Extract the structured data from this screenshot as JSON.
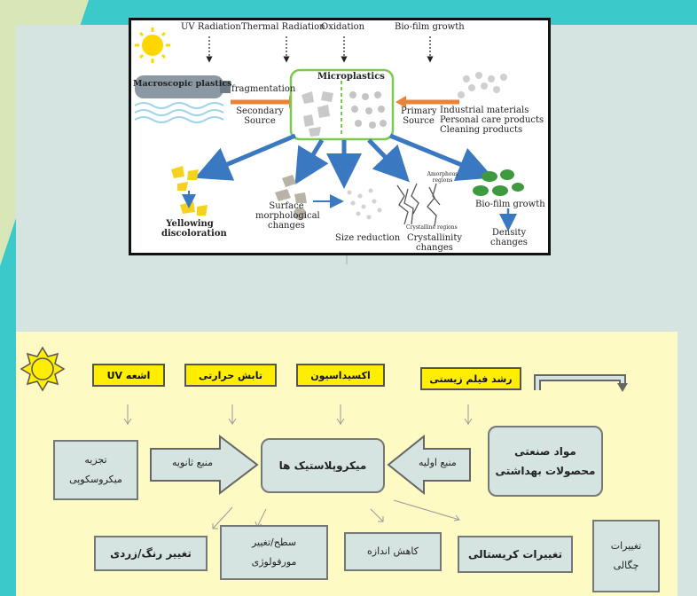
{
  "figure": {
    "top_labels": [
      "UV Radiation",
      "Thermal Radiation",
      "Oxidation",
      "Bio-film growth"
    ],
    "macro_label": "Macroscopic plastics",
    "fragmentation": "fragmentation",
    "secondary_source": [
      "Secondary",
      "Source"
    ],
    "micro_label": "Microplastics",
    "primary_source": [
      "Primary",
      "Source"
    ],
    "industrial": [
      "Industrial materials",
      "Personal care products",
      "Cleaning products"
    ],
    "outcomes": {
      "yellowing": [
        "Yellowing",
        "discoloration"
      ],
      "surface": [
        "Surface",
        "morphological",
        "changes"
      ],
      "size": "Size reduction",
      "crystallinity": [
        "Crystallinity",
        "changes"
      ],
      "amorphous": [
        "Amorphous",
        "regions"
      ],
      "crystalline": "Crystalline regions",
      "biofilm": "Bio-film growth",
      "density": [
        "Density",
        "changes"
      ]
    }
  },
  "persian": {
    "uv": "اشعه UV",
    "thermal": "تابش حرارتی",
    "oxidation": "اکسیداسیون",
    "biofilm": "رشد فیلم زیستی",
    "industrial": [
      "مواد صنعتی",
      "محصولات بهداشتی"
    ],
    "primary": "منبع اولیه",
    "microplastics": "میکروپلاستیک ها",
    "secondary": "منبع ثانویه",
    "macro": [
      "تجزیه",
      "میکروسکوپی"
    ],
    "discoloration": "تغییر رنگ/زردی",
    "surface": [
      "سطح/تغییر",
      "مورفولوژی"
    ],
    "size": "کاهش اندازه",
    "crystal": "تغییرات کریستالی",
    "density": [
      "تغییرات",
      "چگالی"
    ]
  },
  "colors": {
    "teal": "#3cc9c9",
    "yellow": "#ffee00",
    "panel": "#fdfac4",
    "arrow_blue": "#3b78c2",
    "arrow_orange": "#e7833a"
  }
}
